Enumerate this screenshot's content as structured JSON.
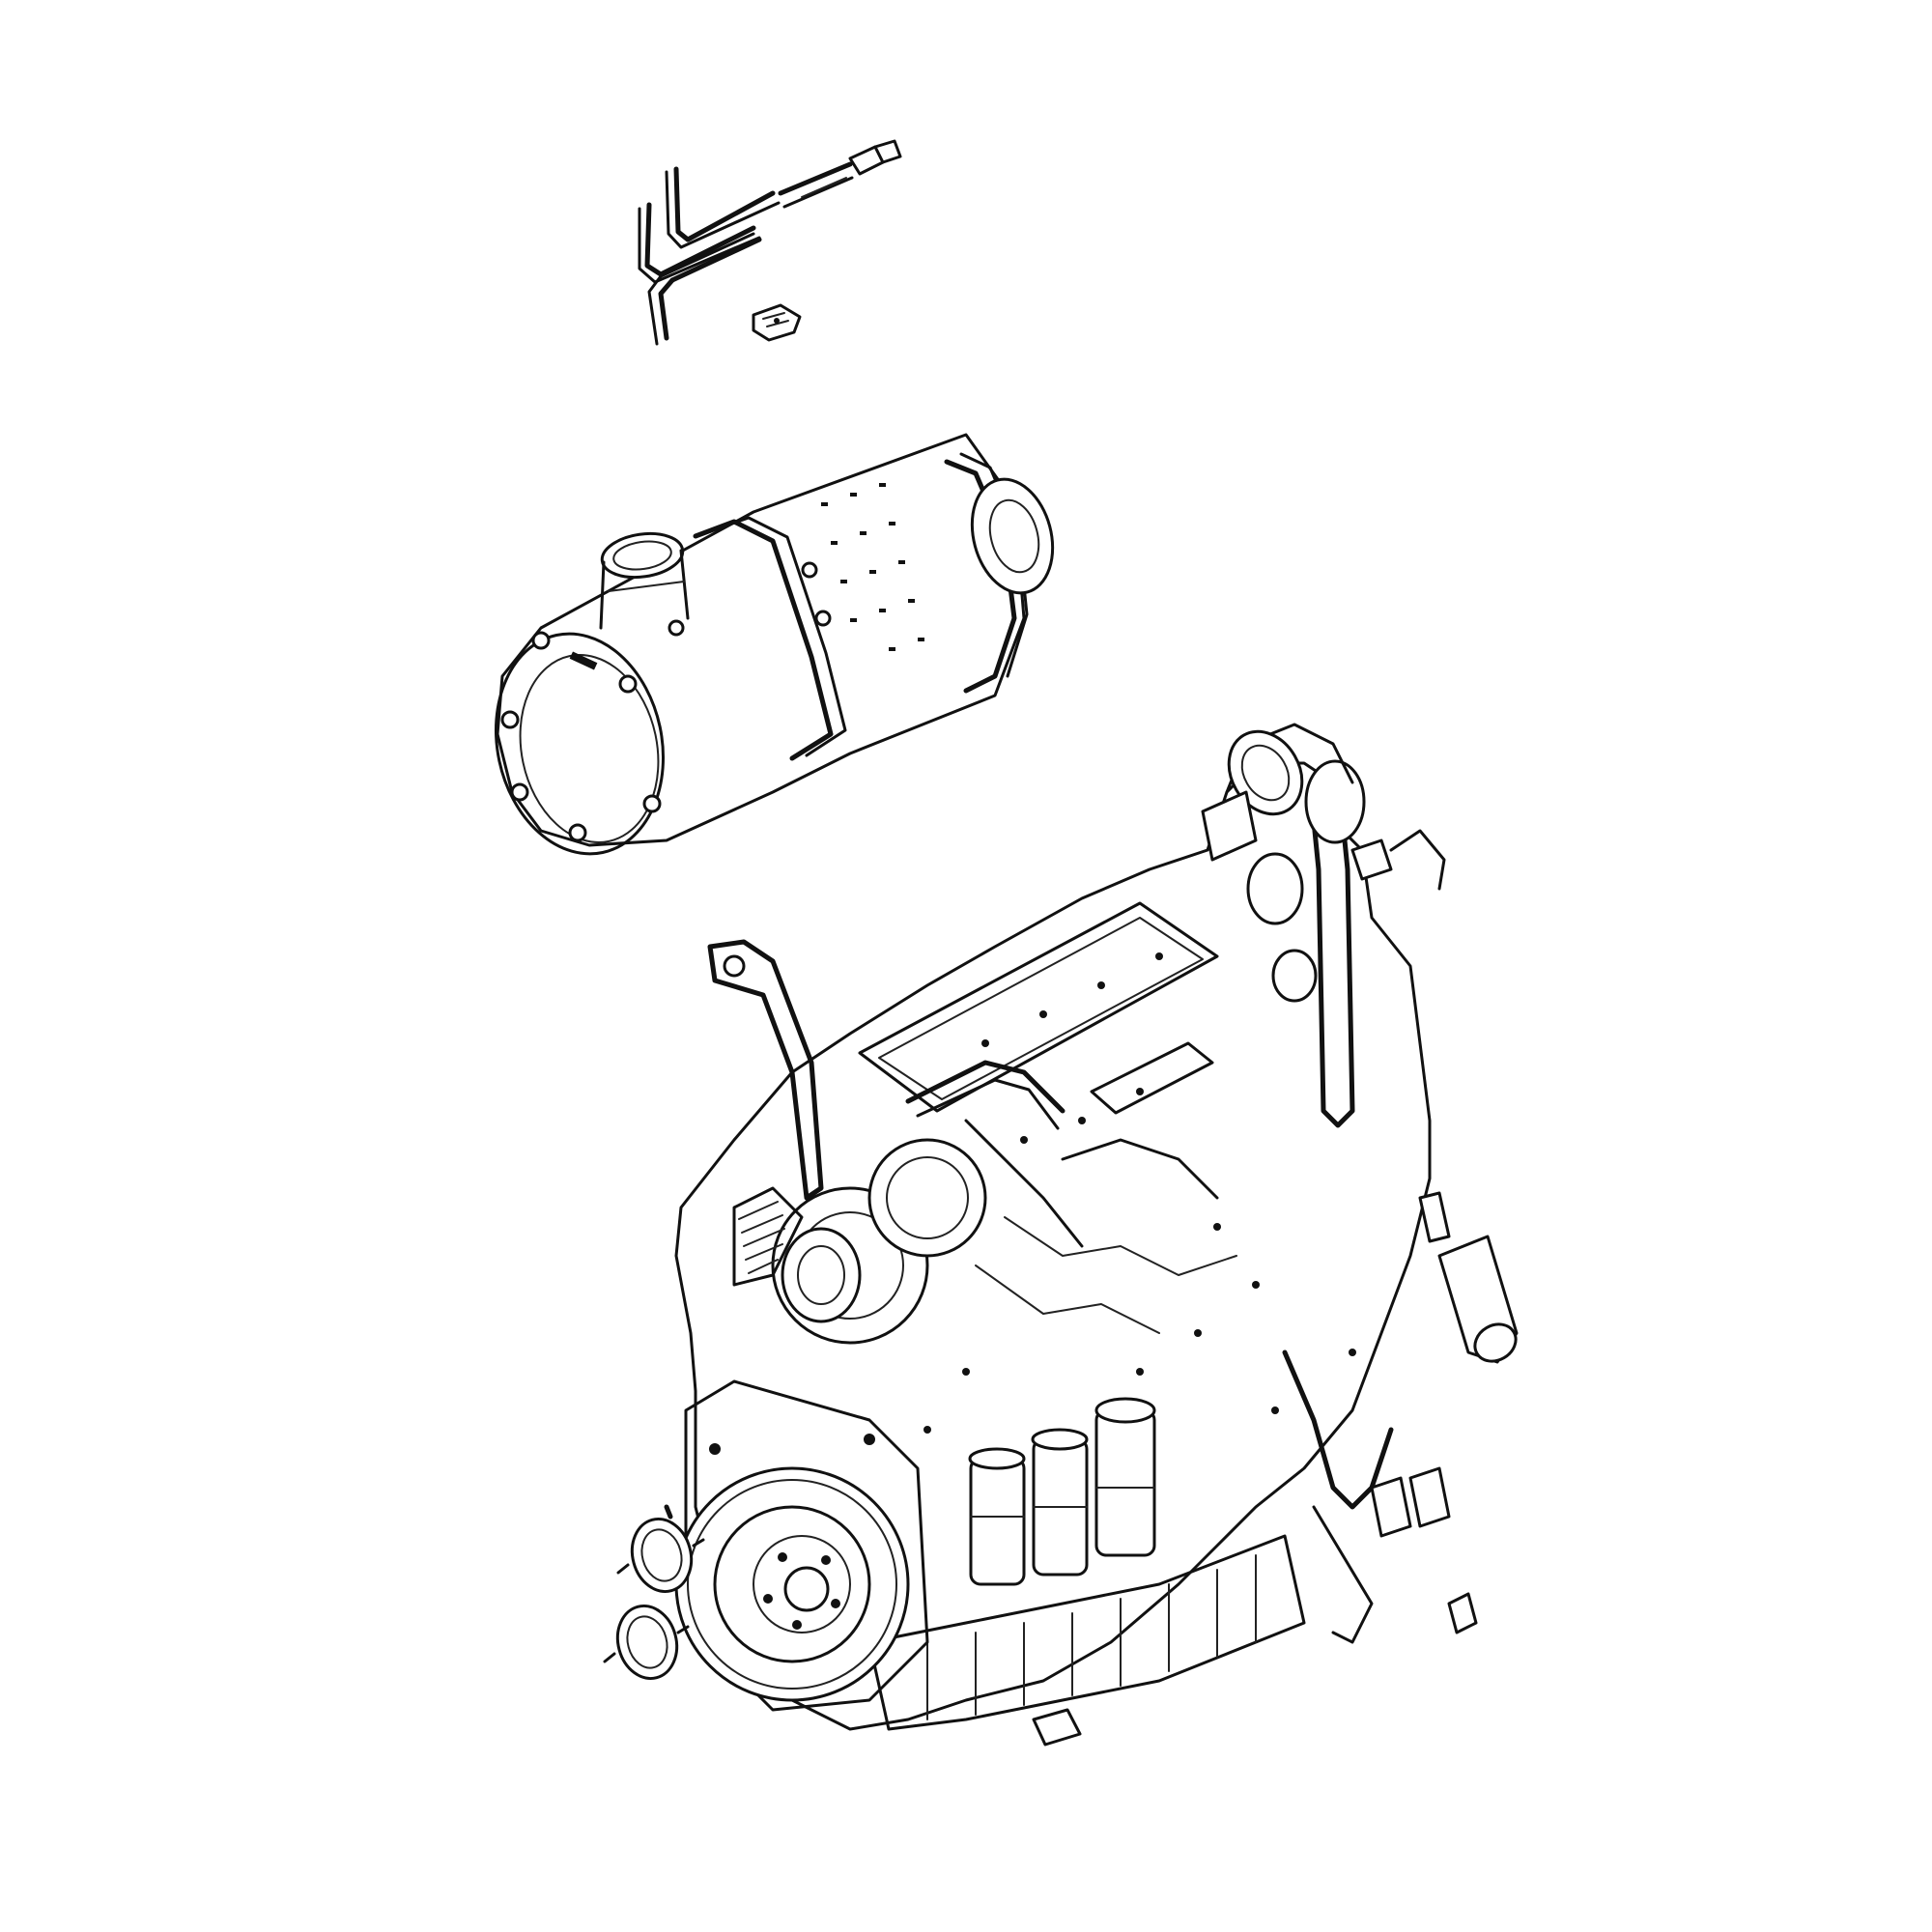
{
  "diagram": {
    "background_color": "#ffffff",
    "line_color": "#111111",
    "parts": [
      {
        "key": "sensor_tubes",
        "icon": "bent-sensor-tubes-icon"
      },
      {
        "key": "harness_connector",
        "icon": "harness-connector-icon"
      },
      {
        "key": "clip",
        "icon": "clip-icon"
      },
      {
        "key": "aftertreatment_canister",
        "icon": "dpf-canister-icon"
      },
      {
        "key": "engine_assembly",
        "icon": "diesel-engine-icon"
      },
      {
        "key": "hose_clamps",
        "icon": "hose-clamp-icon"
      }
    ]
  }
}
